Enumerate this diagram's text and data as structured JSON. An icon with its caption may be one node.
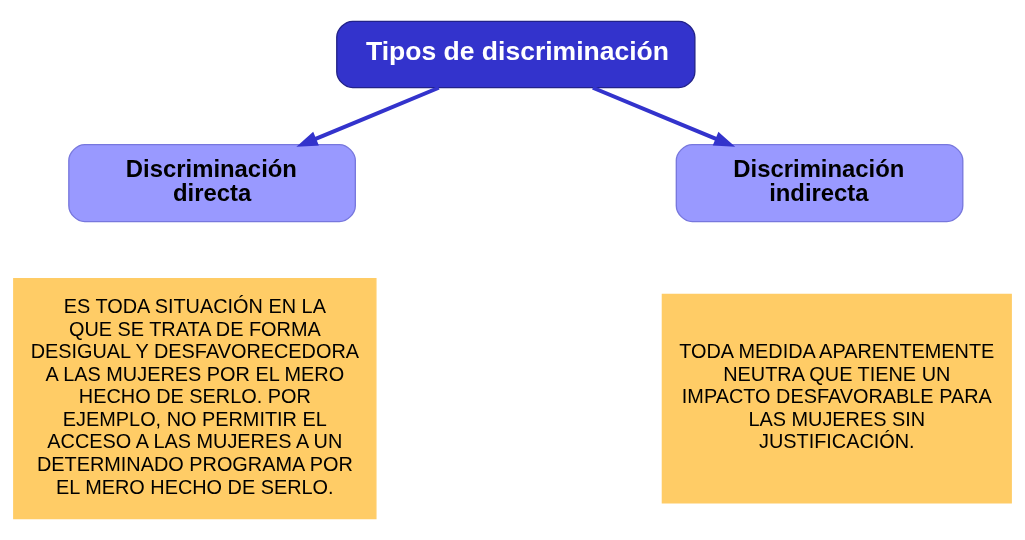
{
  "diagram": {
    "nodes": [
      {
        "text": [
          "Tipos de discriminación"
        ]
      },
      {
        "text": [
          "Discriminación directa"
        ]
      },
      {
        "text": [
          "Discriminación indirecta"
        ]
      },
      {
        "text": [
          "ES TODA SITUACIÓN EN LA QUE SE TRATA DE FORMA DESIGUAL Y DESFAVORECEDORA A LAS MUJERES POR EL MERO HECHO DE SERLO. POR EJEMPLO, NO PERMITIR EL ACCESO A LAS MUJERES A UN DETERMINADO PROGRAMA POR EL MERO HECHO DE SERLO."
        ]
      },
      {
        "text": [
          "TODA MEDIDA APARENTEMENTE NEUTRA QUE TIENE UN IMPACTO DESFAVORABLE PARA LAS MUJERES SIN JUSTIFICACIÓN."
        ]
      }
    ],
    "edges": [
      {
        "from": 0,
        "to": 1,
        "arrow": "to"
      },
      {
        "from": 0,
        "to": 2,
        "arrow": "to"
      }
    ]
  }
}
